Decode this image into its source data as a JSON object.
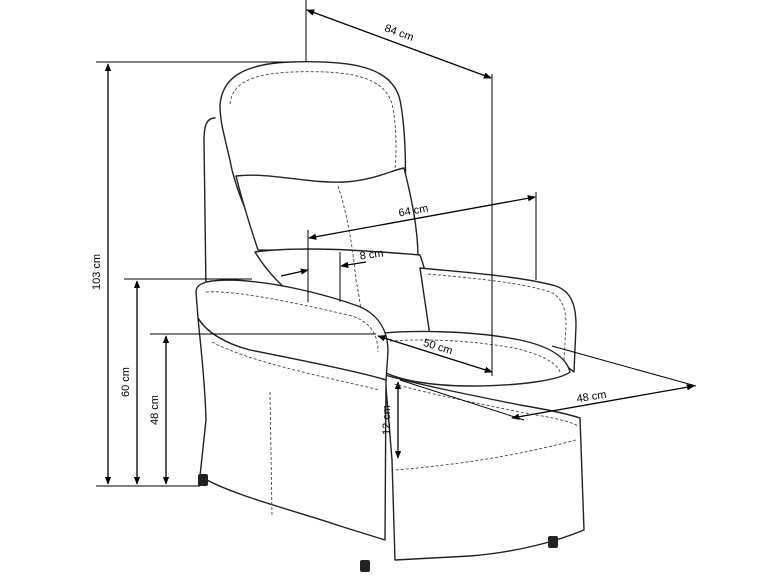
{
  "dimensions": {
    "total_width": "84 cm",
    "seat_width": "64 cm",
    "armrest_width": "8 cm",
    "seat_depth": "50 cm",
    "footrest_depth": "48 cm",
    "total_height": "103 cm",
    "armrest_height": "60 cm",
    "seat_height": "48 cm",
    "footrest_height": "12 cm"
  }
}
